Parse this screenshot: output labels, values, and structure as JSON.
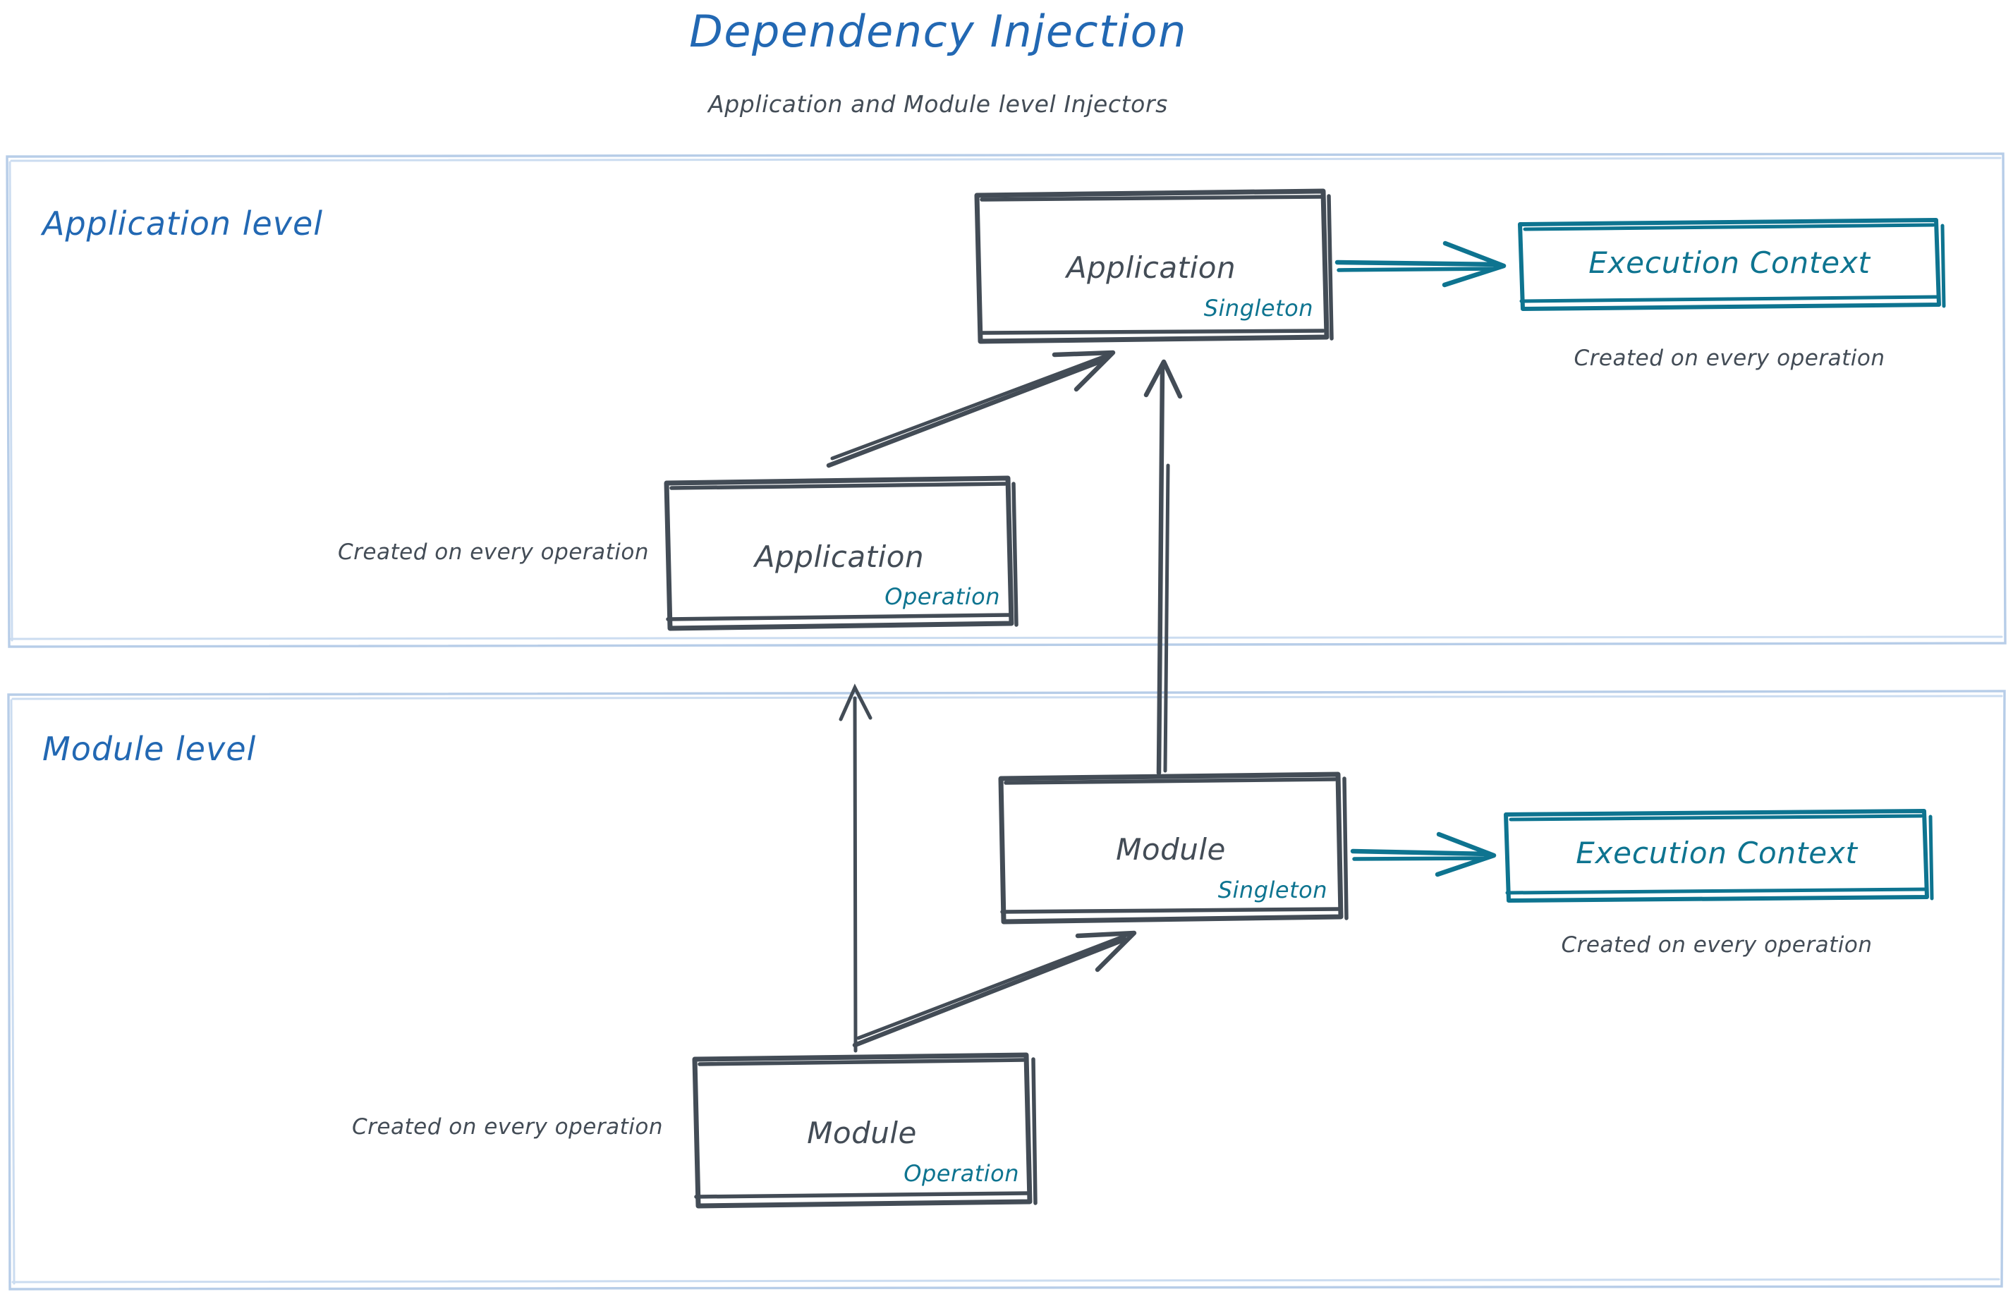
{
  "header": {
    "title": "Dependency Injection",
    "subtitle": "Application and Module level Injectors"
  },
  "colors": {
    "title_blue": "#2268b3",
    "container_border": "#b7cde8",
    "sketch_dark": "#434c56",
    "teal": "#0e7490"
  },
  "containers": [
    {
      "id": "application-level",
      "label": "Application level"
    },
    {
      "id": "module-level",
      "label": "Module level"
    }
  ],
  "nodes": {
    "application_singleton": {
      "title": "Application",
      "scope": "Singleton"
    },
    "application_operation": {
      "title": "Application",
      "scope": "Operation"
    },
    "module_singleton": {
      "title": "Module",
      "scope": "Singleton"
    },
    "module_operation": {
      "title": "Module",
      "scope": "Operation"
    },
    "execution_context_app": {
      "title": "Execution Context"
    },
    "execution_context_module": {
      "title": "Execution Context"
    }
  },
  "captions": {
    "app_exec_context": "Created on every operation",
    "app_operation": "Created on every operation",
    "module_exec_context": "Created on every operation",
    "module_operation": "Created on every operation"
  },
  "edges": [
    {
      "id": "app-singleton-to-exec-context",
      "from": "application_singleton",
      "to": "execution_context_app",
      "style": "teal-arrow"
    },
    {
      "id": "app-operation-to-app-singleton",
      "from": "application_operation",
      "to": "application_singleton",
      "style": "dark-arrow"
    },
    {
      "id": "module-singleton-to-app-singleton",
      "from": "module_singleton",
      "to": "application_singleton",
      "style": "dark-arrow"
    },
    {
      "id": "module-operation-to-app-operation",
      "from": "module_operation",
      "to": "application_operation",
      "style": "dark-arrow"
    },
    {
      "id": "module-operation-to-module-singleton",
      "from": "module_operation",
      "to": "module_singleton",
      "style": "dark-arrow"
    },
    {
      "id": "module-singleton-to-exec-context",
      "from": "module_singleton",
      "to": "execution_context_module",
      "style": "teal-arrow"
    }
  ]
}
